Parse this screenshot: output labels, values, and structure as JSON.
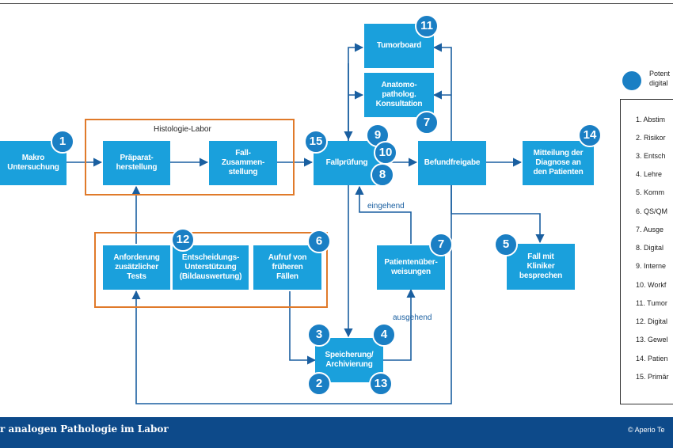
{
  "lab_title": "Histologie-Labor",
  "boxes": {
    "makro": "Makro\nUntersuchung",
    "praeparat": "Präparat-\nherstellung",
    "fall_zusammen": "Fall-\nZusammen-\nstellung",
    "fallpruefung": "Fallprüfung",
    "befundfreigabe": "Befundfreigabe",
    "mitteilung": "Mitteilung der\nDiagnose an\nden Patienten",
    "tumorboard": "Tumorboard",
    "anatomo": "Anatomo-\npatholog.\nKonsultation",
    "anforderung": "Anforderung\nzusätzlicher\nTests",
    "entscheidung": "Entscheidungs-\nUnterstützung\n(Bildauswertung)",
    "aufruf": "Aufruf von\nfrüheren\nFällen",
    "patienten": "Patientenüber-\nweisungen",
    "speicherung": "Speicherung/\nArchivierung",
    "fall_kliniker": "Fall mit\nKliniker\nbesprechen"
  },
  "badges": {
    "b1": "1",
    "b2": "2",
    "b3": "3",
    "b4": "4",
    "b5": "5",
    "b6": "6",
    "b7a": "7",
    "b7b": "7",
    "b8": "8",
    "b9": "9",
    "b10": "10",
    "b11": "11",
    "b12": "12",
    "b13": "13",
    "b14": "14",
    "b15": "15"
  },
  "labels": {
    "eingehend": "eingehend",
    "ausgehend": "ausgehend"
  },
  "legend": {
    "text": "Potent\ndigital",
    "items": [
      "1.  Abstim",
      "2.  Risikor",
      "3.  Entsch",
      "4.  Lehre",
      "5.  Komm",
      "6.  QS/QM",
      "7.  Ausge",
      "8.  Digital",
      "9.  Interne",
      "10. Workf",
      "11. Tumor",
      "12. Digital",
      "13. Gewel",
      "14. Patien",
      "15. Primär"
    ]
  },
  "footer": {
    "title": "r analogen Pathologie im Labor",
    "copyright": "© Aperio Te"
  },
  "colors": {
    "box": "#1aa0dc",
    "badge": "#1a7fc4",
    "arrow": "#1a5fa0",
    "frame": "#e07a2a",
    "footer": "#0d4a8a"
  }
}
